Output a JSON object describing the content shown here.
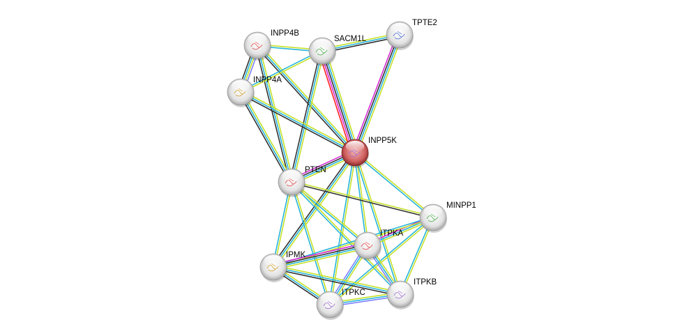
{
  "title": "STRING protein interaction network",
  "colors": {
    "textmining": "#c6e02a",
    "database": "#27b5d9",
    "coexpression": "#333333",
    "experiments": "#d62bd6",
    "fusion": "#ff2020",
    "homology": "#8080ff",
    "neighborhood": "#1f8f1f"
  },
  "nodes": [
    {
      "id": "INPP4B",
      "label": "INPP4B",
      "color": "#eeeeee",
      "query": false
    },
    {
      "id": "SACM1L",
      "label": "SACM1L",
      "color": "#eeeeee",
      "query": false
    },
    {
      "id": "TPTE2",
      "label": "TPTE2",
      "color": "#eeeeee",
      "query": false
    },
    {
      "id": "INPP4A",
      "label": "INPP4A",
      "color": "#eeeeee",
      "query": false
    },
    {
      "id": "INPP5K",
      "label": "INPP5K",
      "color": "#d05050",
      "query": true
    },
    {
      "id": "PTEN",
      "label": "PTEN",
      "color": "#eeeeee",
      "query": false
    },
    {
      "id": "MINPP1",
      "label": "MINPP1",
      "color": "#eeeeee",
      "query": false
    },
    {
      "id": "ITPKA",
      "label": "ITPKA",
      "color": "#eeeeee",
      "query": false
    },
    {
      "id": "IPMK",
      "label": "IPMK",
      "color": "#eeeeee",
      "query": false
    },
    {
      "id": "ITPKC",
      "label": "ITPKC",
      "color": "#eeeeee",
      "query": false
    },
    {
      "id": "ITPKB",
      "label": "ITPKB",
      "color": "#eeeeee",
      "query": false
    }
  ],
  "edges": [
    {
      "a": "INPP4B",
      "b": "SACM1L",
      "types": [
        "textmining",
        "database"
      ]
    },
    {
      "a": "INPP4B",
      "b": "INPP4A",
      "types": [
        "homology",
        "textmining",
        "database",
        "coexpression"
      ]
    },
    {
      "a": "INPP4B",
      "b": "INPP5K",
      "types": [
        "textmining",
        "database",
        "coexpression"
      ]
    },
    {
      "a": "INPP4B",
      "b": "PTEN",
      "types": [
        "textmining",
        "database",
        "coexpression"
      ]
    },
    {
      "a": "SACM1L",
      "b": "TPTE2",
      "types": [
        "textmining",
        "database",
        "coexpression"
      ]
    },
    {
      "a": "SACM1L",
      "b": "INPP4A",
      "types": [
        "textmining",
        "database"
      ]
    },
    {
      "a": "SACM1L",
      "b": "INPP5K",
      "types": [
        "textmining",
        "database",
        "coexpression",
        "experiments",
        "fusion"
      ]
    },
    {
      "a": "SACM1L",
      "b": "PTEN",
      "types": [
        "textmining",
        "database",
        "coexpression"
      ]
    },
    {
      "a": "TPTE2",
      "b": "INPP5K",
      "types": [
        "textmining",
        "database",
        "coexpression",
        "experiments"
      ]
    },
    {
      "a": "INPP4A",
      "b": "INPP5K",
      "types": [
        "textmining",
        "database",
        "coexpression"
      ]
    },
    {
      "a": "INPP4A",
      "b": "PTEN",
      "types": [
        "textmining",
        "database",
        "coexpression"
      ]
    },
    {
      "a": "INPP5K",
      "b": "PTEN",
      "types": [
        "textmining",
        "database",
        "coexpression",
        "experiments"
      ]
    },
    {
      "a": "INPP5K",
      "b": "MINPP1",
      "types": [
        "textmining",
        "database"
      ]
    },
    {
      "a": "INPP5K",
      "b": "ITPKA",
      "types": [
        "textmining",
        "database"
      ]
    },
    {
      "a": "INPP5K",
      "b": "IPMK",
      "types": [
        "textmining",
        "database",
        "coexpression"
      ]
    },
    {
      "a": "INPP5K",
      "b": "ITPKC",
      "types": [
        "textmining",
        "database"
      ]
    },
    {
      "a": "INPP5K",
      "b": "ITPKB",
      "types": [
        "textmining",
        "database"
      ]
    },
    {
      "a": "PTEN",
      "b": "MINPP1",
      "types": [
        "textmining",
        "coexpression"
      ]
    },
    {
      "a": "PTEN",
      "b": "ITPKA",
      "types": [
        "textmining",
        "database"
      ]
    },
    {
      "a": "PTEN",
      "b": "IPMK",
      "types": [
        "textmining",
        "database"
      ]
    },
    {
      "a": "PTEN",
      "b": "ITPKC",
      "types": [
        "textmining",
        "database"
      ]
    },
    {
      "a": "PTEN",
      "b": "ITPKB",
      "types": [
        "textmining",
        "database"
      ]
    },
    {
      "a": "MINPP1",
      "b": "ITPKA",
      "types": [
        "textmining",
        "database",
        "experiments"
      ]
    },
    {
      "a": "MINPP1",
      "b": "IPMK",
      "types": [
        "textmining",
        "database"
      ]
    },
    {
      "a": "MINPP1",
      "b": "ITPKC",
      "types": [
        "textmining",
        "database"
      ]
    },
    {
      "a": "MINPP1",
      "b": "ITPKB",
      "types": [
        "textmining",
        "database"
      ]
    },
    {
      "a": "ITPKA",
      "b": "IPMK",
      "types": [
        "textmining",
        "database",
        "coexpression",
        "experiments"
      ]
    },
    {
      "a": "ITPKA",
      "b": "ITPKC",
      "types": [
        "textmining",
        "database",
        "homology"
      ]
    },
    {
      "a": "ITPKA",
      "b": "ITPKB",
      "types": [
        "textmining",
        "database",
        "homology"
      ]
    },
    {
      "a": "IPMK",
      "b": "ITPKC",
      "types": [
        "textmining",
        "database",
        "coexpression"
      ]
    },
    {
      "a": "IPMK",
      "b": "ITPKB",
      "types": [
        "textmining",
        "database",
        "coexpression"
      ]
    },
    {
      "a": "ITPKC",
      "b": "ITPKB",
      "types": [
        "textmining",
        "database",
        "homology"
      ]
    }
  ]
}
